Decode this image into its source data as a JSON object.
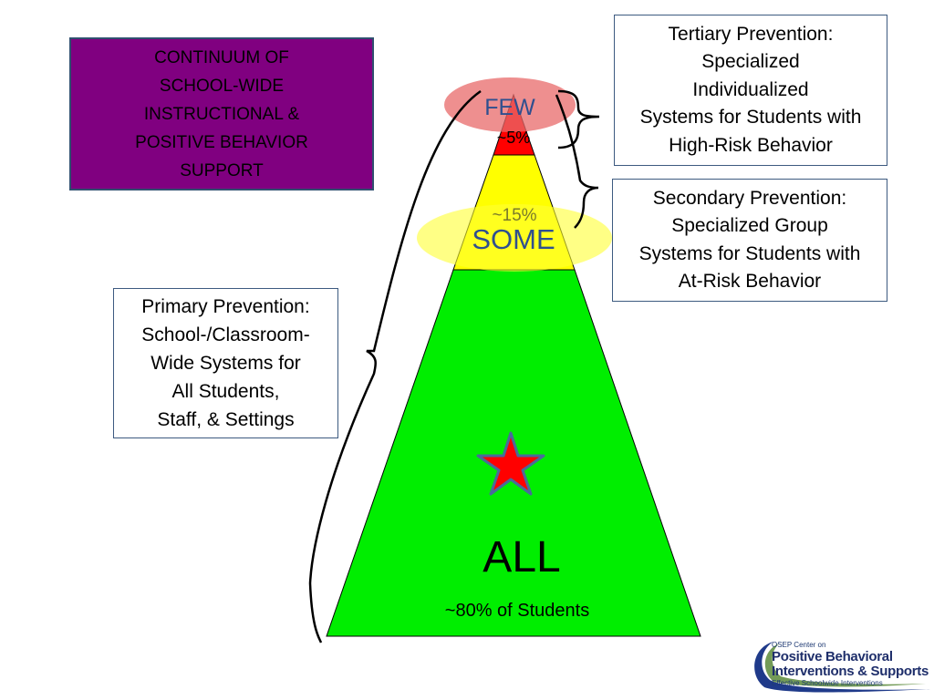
{
  "title_box": {
    "lines": [
      "CONTINUUM OF",
      "SCHOOL-WIDE",
      "INSTRUCTIONAL &",
      "POSITIVE BEHAVIOR",
      "SUPPORT"
    ]
  },
  "tertiary": {
    "lines": [
      "Tertiary Prevention:",
      "Specialized",
      "Individualized",
      "Systems for Students with",
      "High-Risk Behavior"
    ]
  },
  "secondary": {
    "lines": [
      "Secondary Prevention:",
      "Specialized Group",
      "Systems for Students with",
      "At-Risk Behavior"
    ]
  },
  "primary": {
    "lines": [
      "Primary Prevention:",
      "School-/Classroom-",
      "Wide Systems for",
      "All Students,",
      "Staff, & Settings"
    ]
  },
  "pyramid": {
    "few_label": "FEW",
    "few_pct": "~5%",
    "some_pct": "~15%",
    "some_label": "SOME",
    "all_label": "ALL",
    "all_pct": "~80% of Students"
  },
  "logo": {
    "line1": "OSEP Center on",
    "line2": "Positive Behavioral",
    "line3": "Interventions & Supports",
    "line4": "Effective Schoolwide Interventions"
  },
  "colors": {
    "title_bg": "#800080",
    "tier1_green": "#00ee00",
    "tier2_yellow": "#ffff00",
    "tier3_red": "#ff0000",
    "few_ellipse": "#f08080",
    "some_ellipse": "#ffff66",
    "label_blue": "#2f4f8f"
  }
}
